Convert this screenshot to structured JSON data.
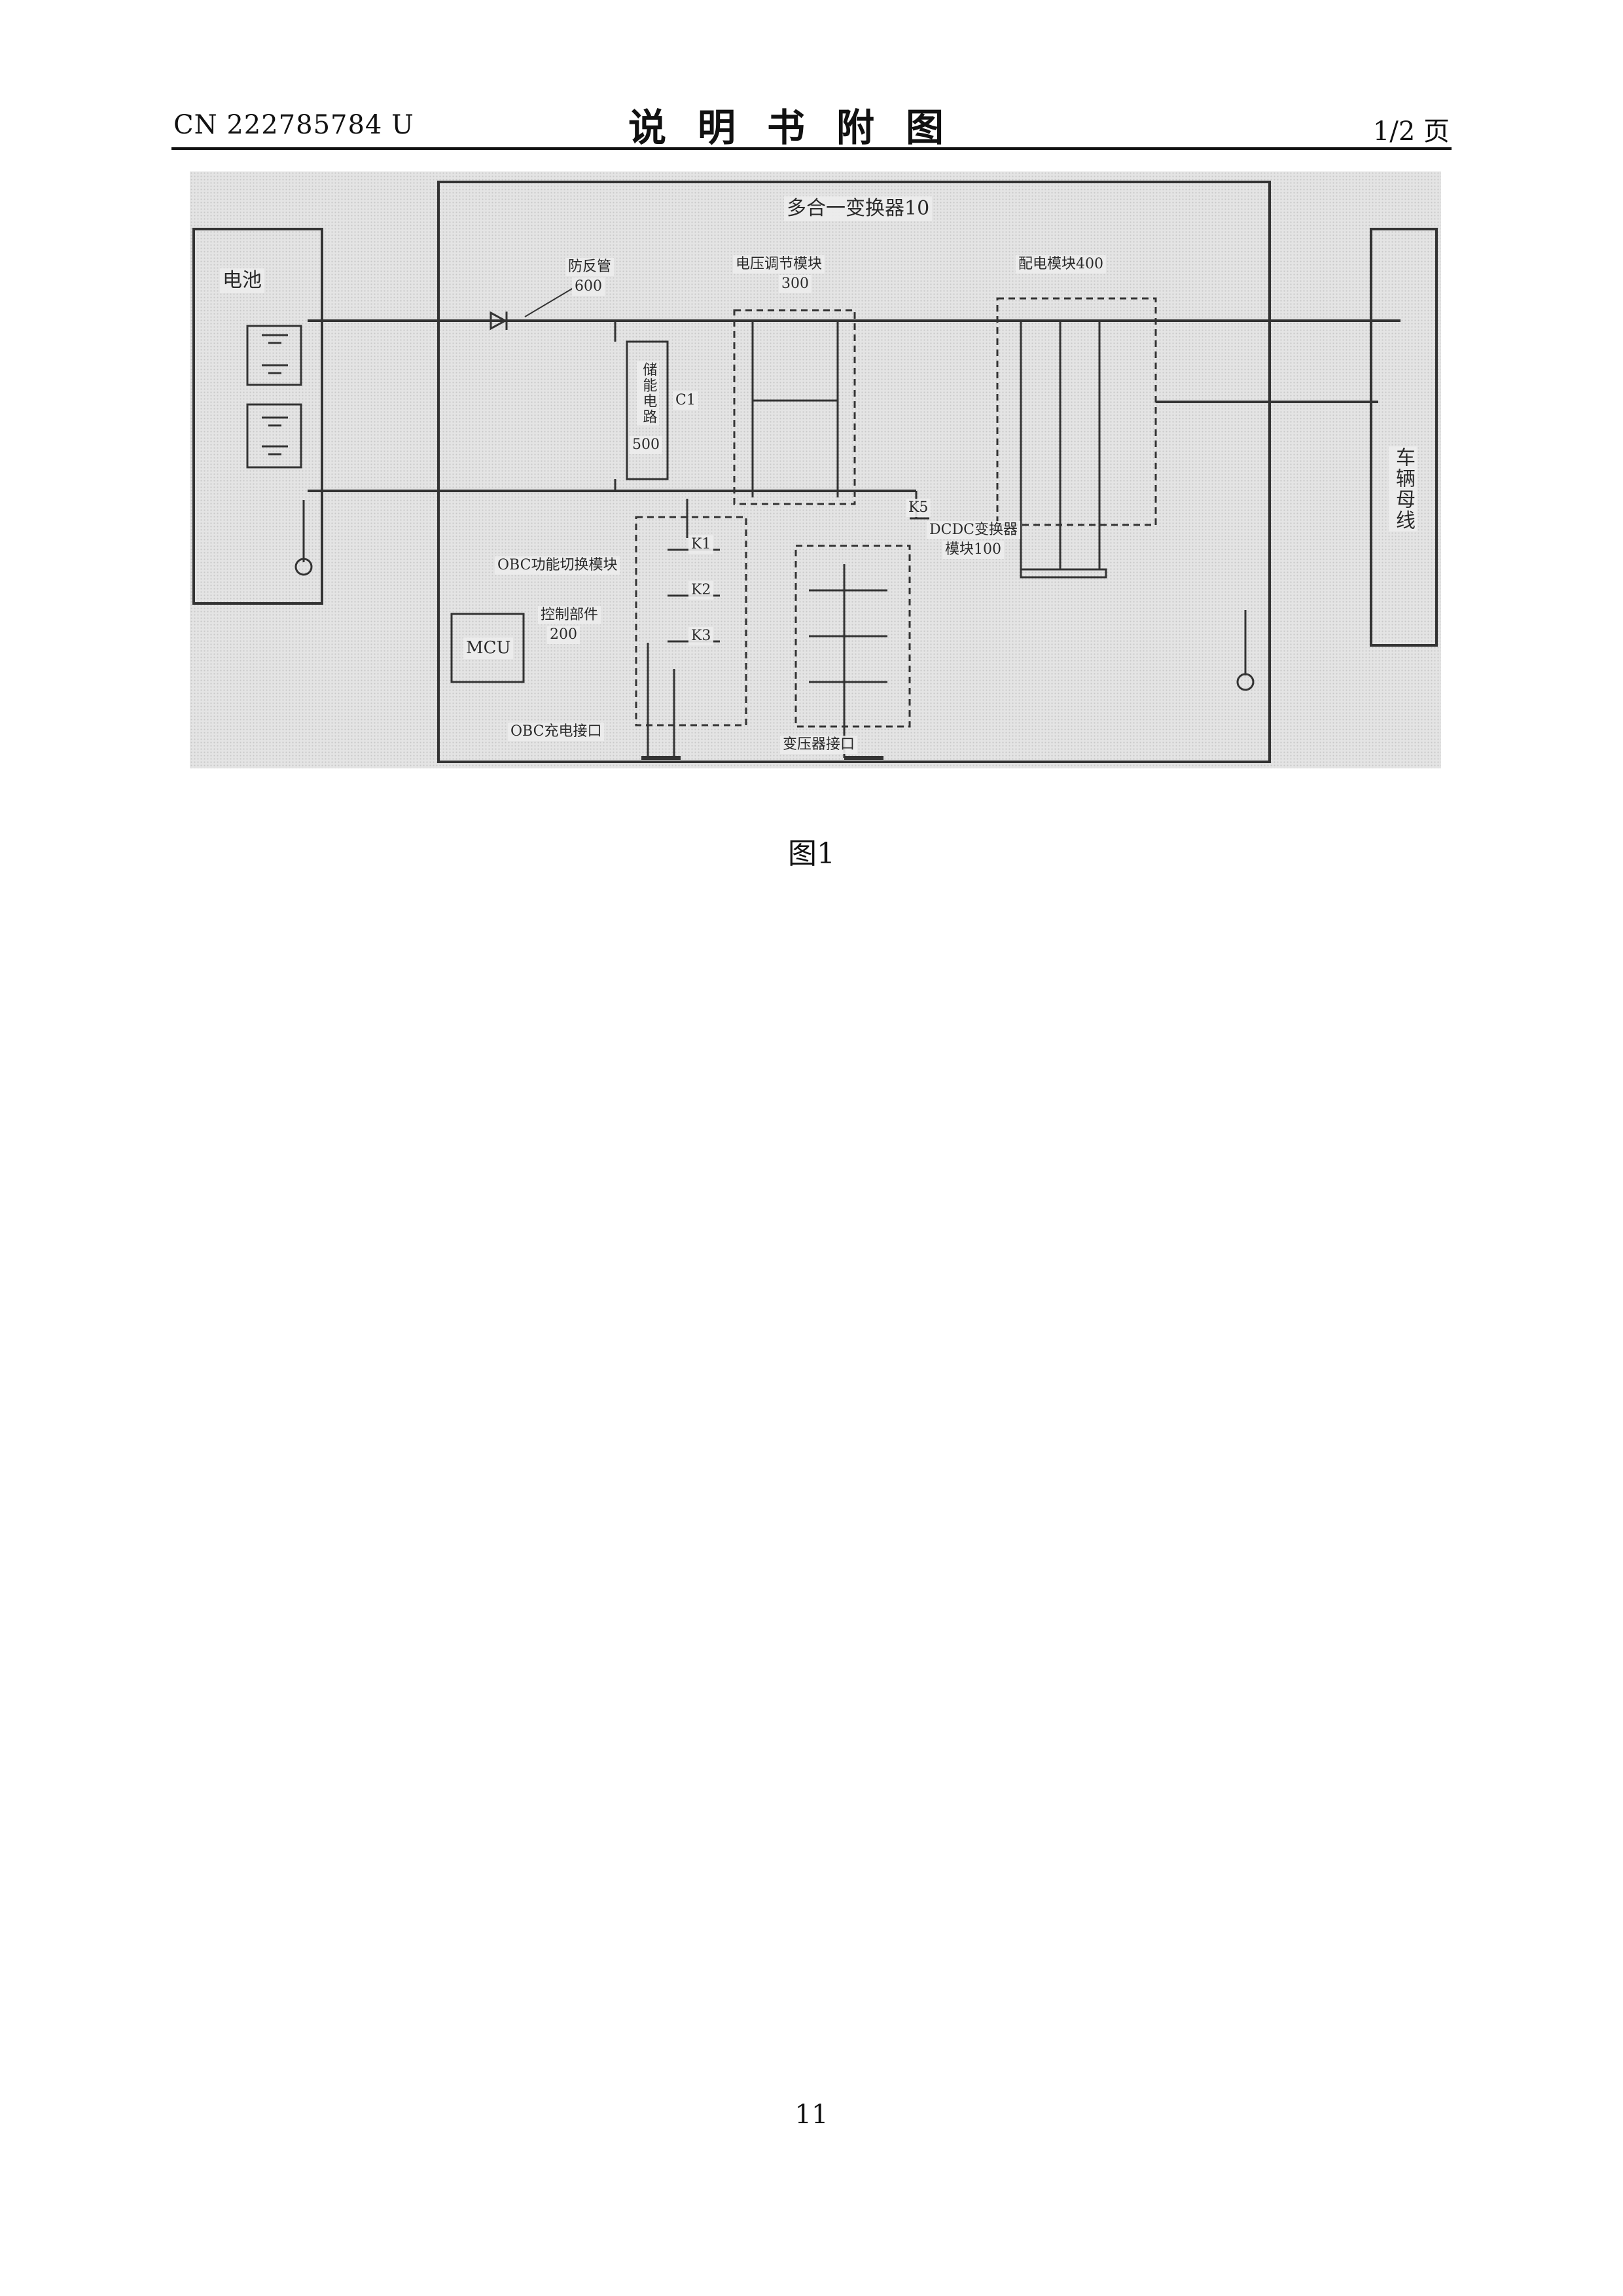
{
  "header": {
    "pub_number": "CN 222785784 U",
    "title": "说明书附图",
    "page_of": "1/2 页"
  },
  "figure": {
    "title": "多合一变换器10",
    "labels": {
      "battery": "电池",
      "diode": "防反管",
      "diode_num": "600",
      "voltage_module": "电压调节模块",
      "voltage_module_num": "300",
      "storage": "储能电路",
      "storage_num": "500",
      "distribution": "配电模块400",
      "bus": "车辆母线",
      "obc_module": "OBC功能切换模块",
      "mcu": "MCU",
      "control": "控制部件",
      "control_num": "200",
      "dcdc": "DCDC变换器",
      "dcdc_num": "模块100",
      "obc_port": "OBC充电接口",
      "boost_port": "变压器接口",
      "k1": "K1",
      "k2": "K2",
      "k3": "K3",
      "k5": "K5",
      "c1": "C1"
    }
  },
  "caption": "图1",
  "page_number": "11"
}
